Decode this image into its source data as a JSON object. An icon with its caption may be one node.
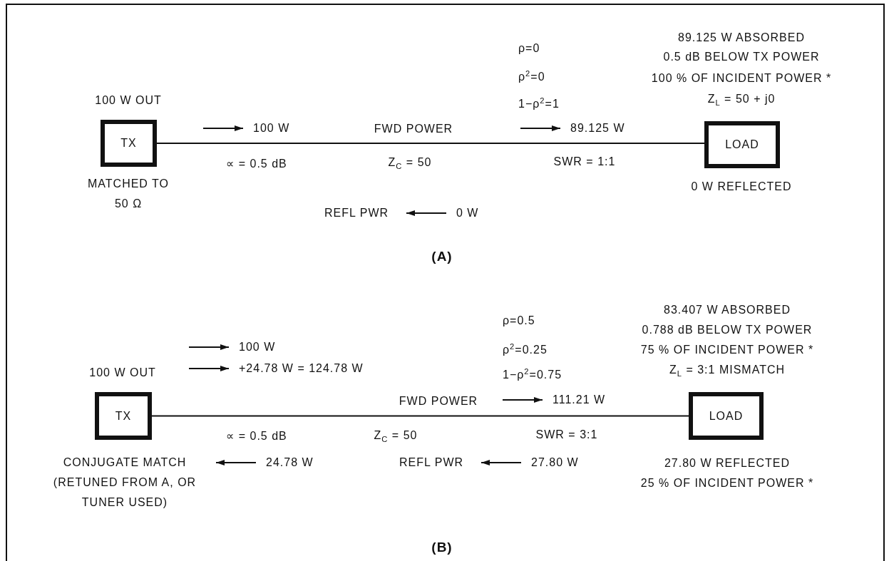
{
  "diagram": {
    "nodes": [
      {
        "text": [
          "TX"
        ],
        "beside": [
          "100 W OUT",
          "MATCHED TO 50 Ω"
        ]
      },
      {
        "text": [
          "LOAD"
        ],
        "beside": [
          "89.125 W ABSORBED",
          "0.5 dB BELOW TX POWER",
          "100 % OF INCIDENT POWER *",
          "Z$_{L}$ = 50 + j0",
          "0 W REFLECTED"
        ]
      },
      {
        "text": [
          "TX"
        ],
        "beside": [
          "100 W OUT",
          "CONJUGATE MATCH (RETUNED FROM A, OR TUNER USED)"
        ]
      },
      {
        "text": [
          "LOAD"
        ],
        "beside": [
          "83.407 W ABSORBED",
          "0.788 dB BELOW TX POWER",
          "75 % OF INCIDENT POWER *",
          "Z$_{L}$ = 3:1 MISMATCH",
          "27.80 W REFLECTED",
          "25 % OF INCIDENT POWER *"
        ]
      }
    ],
    "edges": [
      {
        "from": 0,
        "to": 1,
        "arrow": "none"
      },
      {
        "from": 2,
        "to": 3,
        "arrow": "none"
      }
    ],
    "labels": [
      "100 W",
      "∝ = 0.5 dB",
      "FWD POWER",
      "Z$_{C}$ = 50",
      "ρ=0",
      "ρ$^{2}$=0",
      "1−ρ$^{2}$=1",
      "89.125 W",
      "SWR = 1:1",
      "REFL PWR",
      "0 W",
      "(A)",
      "100 W",
      "+24.78 W = 124.78 W",
      "FWD POWER",
      "∝ = 0.5 dB",
      "Z$_{C}$ = 50",
      "24.78 W",
      "ρ=0.5",
      "ρ$^{2}$=0.25",
      "1−ρ$^{2}$=0.75",
      "111.21 W",
      "SWR = 3:1",
      "REFL PWR",
      "27.80 W",
      "(B)"
    ]
  }
}
